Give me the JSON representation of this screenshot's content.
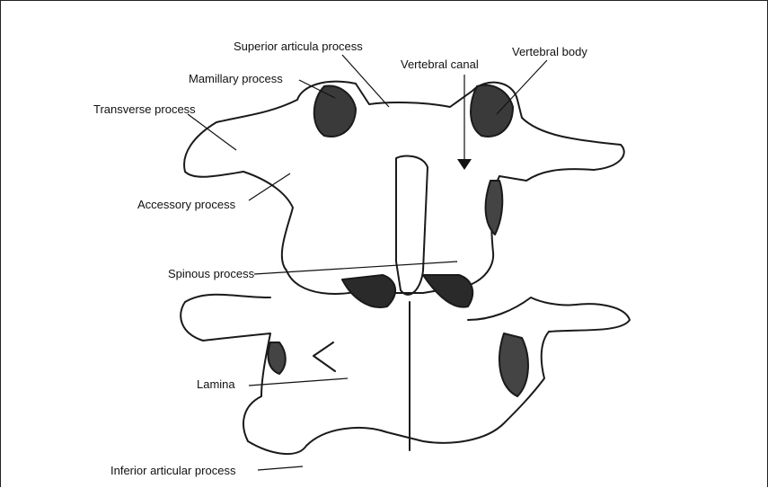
{
  "labels": {
    "superior_articular": "Superior articula process",
    "mamillary": "Mamillary process",
    "vertebral_canal": "Vertebral canal",
    "vertebral_body": "Vertebral body",
    "transverse": "Transverse process",
    "accessory": "Accessory process",
    "spinous": "Spinous process",
    "lamina": "Lamina",
    "inferior_articular": "Inferior articular process"
  }
}
